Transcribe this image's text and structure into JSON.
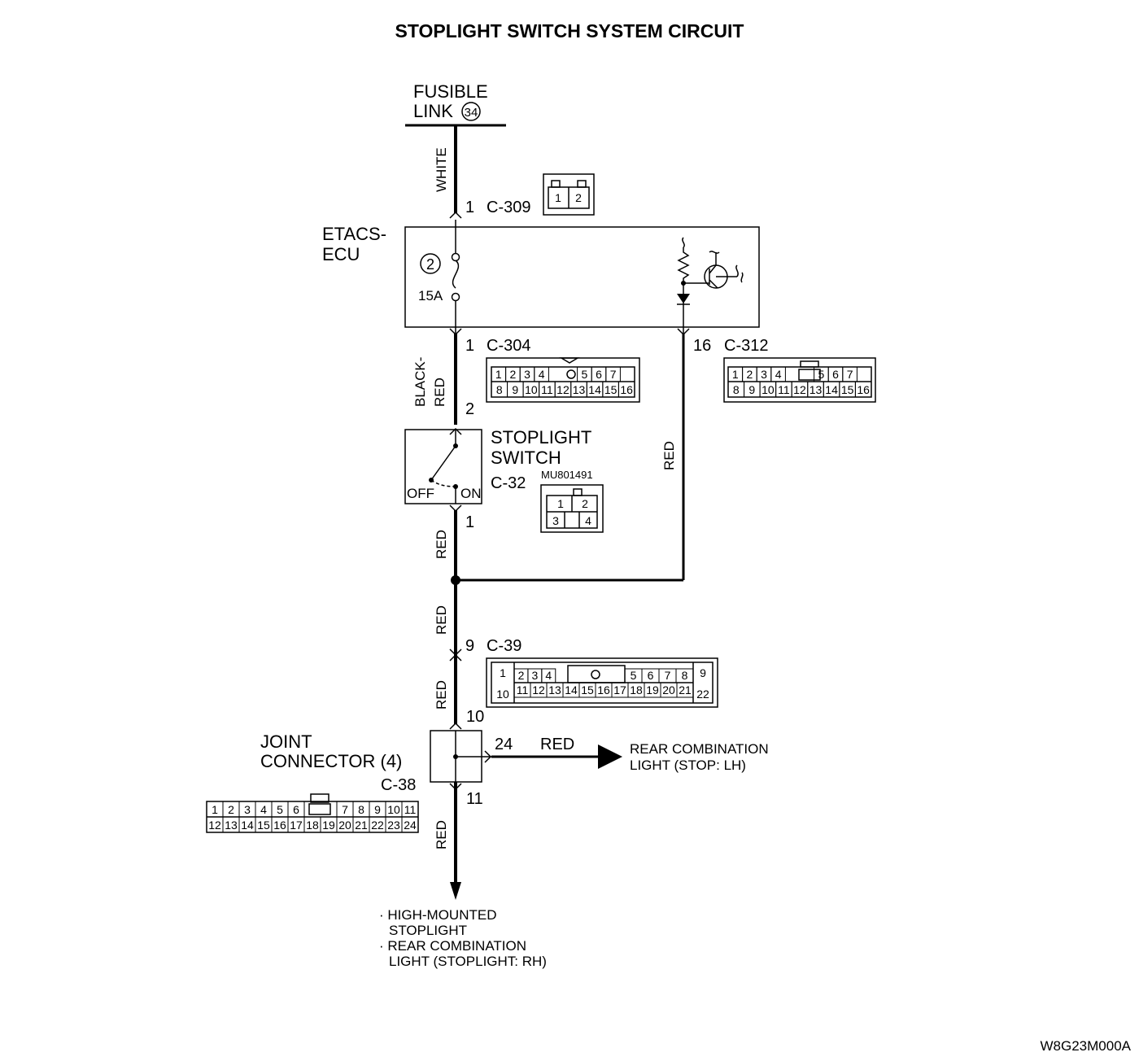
{
  "title": "STOPLIGHT SWITCH SYSTEM CIRCUIT",
  "fusible_link": {
    "line1": "FUSIBLE",
    "line2": "LINK",
    "number": "34"
  },
  "ecu": {
    "line1": "ETACS-",
    "line2": "ECU",
    "fuse_number": "2",
    "fuse_rating": "15A"
  },
  "stoplight_switch": {
    "line1": "STOPLIGHT",
    "line2": "SWITCH",
    "connector": "C-32",
    "part_number": "MU801491",
    "off_label": "OFF",
    "on_label": "ON"
  },
  "joint_connector": {
    "line1": "JOINT",
    "line2": "CONNECTOR (4)",
    "connector": "C-38"
  },
  "wires": {
    "white": "WHITE",
    "black_red_1": "BLACK-",
    "black_red_2": "RED",
    "red_branch": "RED",
    "red_1": "RED",
    "red_2": "RED",
    "red_3": "RED",
    "red_4": "RED",
    "red_out": "RED"
  },
  "pins": {
    "c309": {
      "pin": "1",
      "connector": "C-309"
    },
    "c304": {
      "pin": "1",
      "connector": "C-304"
    },
    "c312": {
      "pin": "16",
      "connector": "C-312"
    },
    "sw_in": "2",
    "sw_out": "1",
    "c39": {
      "pin": "9",
      "connector": "C-39"
    },
    "jc_in": "10",
    "jc_out": "11",
    "jc_side": "24"
  },
  "outputs": {
    "rear_lh_1": "REAR COMBINATION",
    "rear_lh_2": "LIGHT (STOP: LH)",
    "bottom_1": "· HIGH-MOUNTED",
    "bottom_2": "STOPLIGHT",
    "bottom_3": "· REAR COMBINATION",
    "bottom_4": "LIGHT (STOPLIGHT: RH)"
  },
  "connector_faces": {
    "c309": [
      "1",
      "2"
    ],
    "c304_top": [
      "1",
      "2",
      "3",
      "4",
      "5",
      "6",
      "7"
    ],
    "c304_bot": [
      "8",
      "9",
      "10",
      "11",
      "12",
      "13",
      "14",
      "15",
      "16"
    ],
    "c312_top": [
      "1",
      "2",
      "3",
      "4",
      "5",
      "6",
      "7"
    ],
    "c312_bot": [
      "8",
      "9",
      "10",
      "11",
      "12",
      "13",
      "14",
      "15",
      "16"
    ],
    "c32": [
      "1",
      "2",
      "3",
      "4"
    ],
    "c39_top": [
      "1",
      "2",
      "3",
      "4",
      "5",
      "6",
      "7",
      "8",
      "9"
    ],
    "c39_bot": [
      "10",
      "11",
      "12",
      "13",
      "14",
      "15",
      "16",
      "17",
      "18",
      "19",
      "20",
      "21",
      "22"
    ],
    "c38_top": [
      "1",
      "2",
      "3",
      "4",
      "5",
      "6",
      "7",
      "8",
      "9",
      "10",
      "11"
    ],
    "c38_bot": [
      "12",
      "13",
      "14",
      "15",
      "16",
      "17",
      "18",
      "19",
      "20",
      "21",
      "22",
      "23",
      "24"
    ]
  },
  "figure_code": "W8G23M000A"
}
